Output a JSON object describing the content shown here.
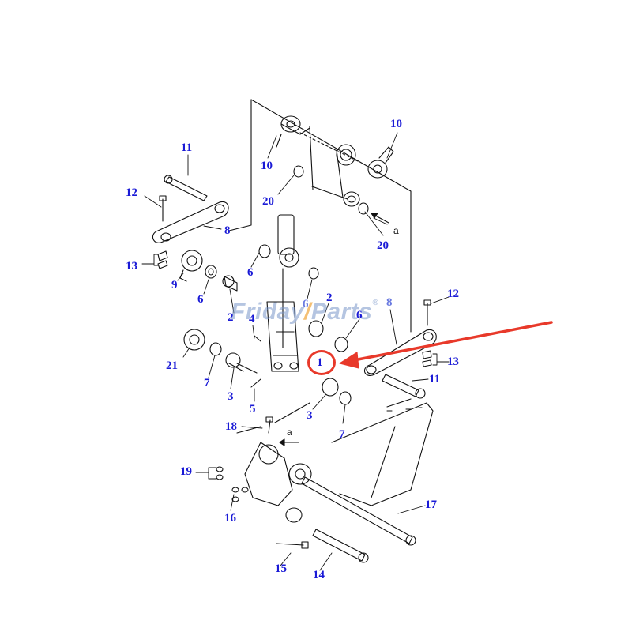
{
  "watermark": {
    "text_before": "Friday",
    "text_slash": "/",
    "text_after": "Parts",
    "registered_mark": "®"
  },
  "highlight": {
    "color": "#e8392a",
    "target_label": "1"
  },
  "callouts": {
    "c11a": "11",
    "c12a": "12",
    "c8a": "8",
    "c13a": "13",
    "c9": "9",
    "c6a": "6",
    "c10a": "10",
    "c20a": "20",
    "c10b": "10",
    "c20b": "20",
    "c6b": "6",
    "c2a": "2",
    "c4": "4",
    "c6c": "6",
    "c2b": "2",
    "c8b": "8",
    "c6d": "6",
    "c12b": "12",
    "c21": "21",
    "c7a": "7",
    "c3a": "3",
    "c1": "1",
    "c13b": "13",
    "c11b": "11",
    "c5": "5",
    "c3b": "3",
    "c7b": "7",
    "c18": "18",
    "c19": "19",
    "c16": "16",
    "c17": "17",
    "c15": "15",
    "c14": "14"
  },
  "ref_letters": {
    "a1": "a",
    "a2": "a"
  },
  "colors": {
    "callout": "#1a1ad6",
    "callout_faint": "#6a7ae0",
    "line": "#111111",
    "arrow": "#e8392a"
  }
}
